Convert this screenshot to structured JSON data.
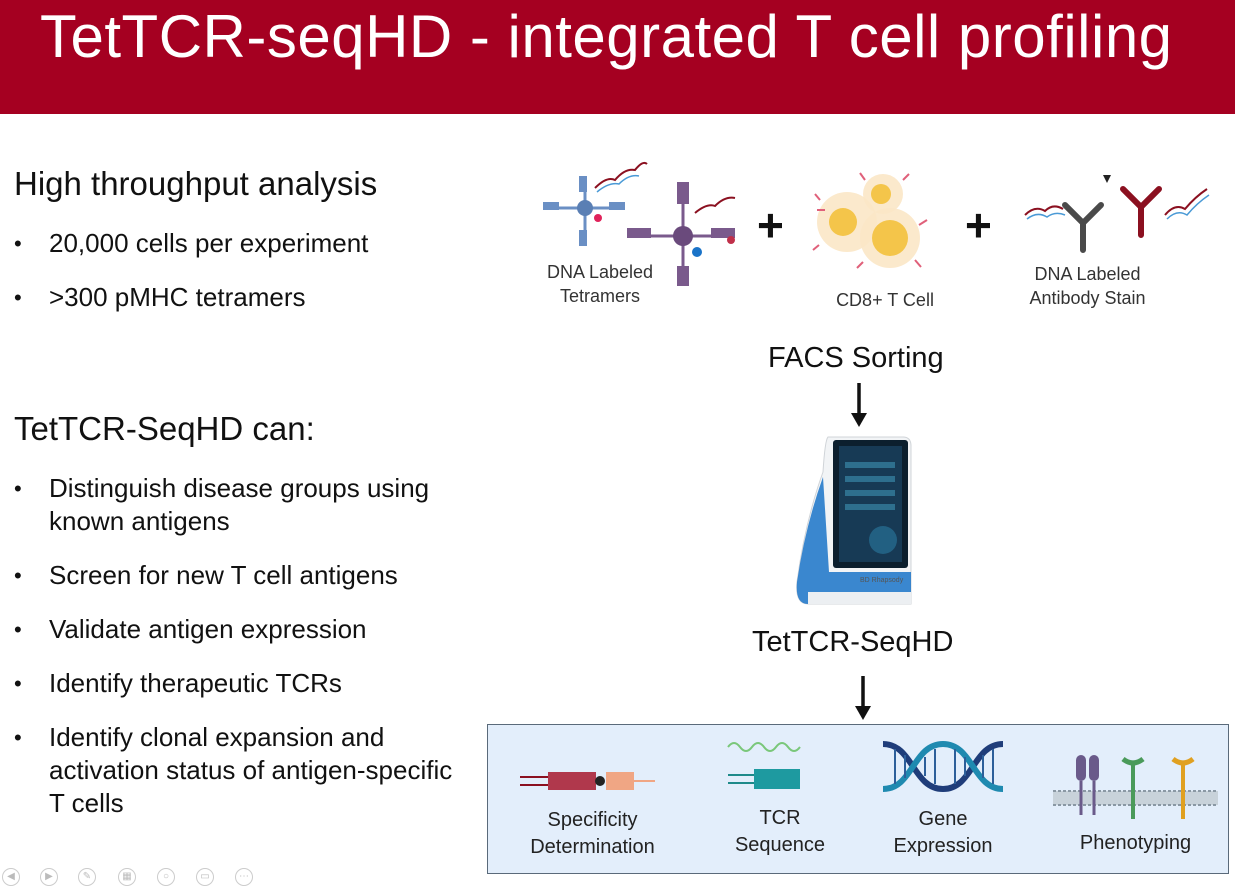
{
  "slide": {
    "title": "TetTCR-seqHD - integrated T cell profiling"
  },
  "left": {
    "section1": {
      "heading": "High throughput analysis",
      "bullets": [
        "20,000 cells per experiment",
        ">300 pMHC tetramers"
      ]
    },
    "section2": {
      "heading": "TetTCR-SeqHD can:",
      "bullets": [
        "Distinguish disease groups using",
        "known antigens",
        "Screen for new T cell antigens",
        "Validate antigen expression",
        "Identify therapeutic TCRs",
        "Identify clonal expansion and",
        "activation status of antigen-specific",
        "T cells"
      ]
    }
  },
  "workflow": {
    "inputs": [
      {
        "line1": "DNA Labeled",
        "line2": "Tetramers"
      },
      {
        "line1": "CD8+ T Cell",
        "line2": ""
      },
      {
        "line1": "DNA Labeled",
        "line2": "Antibody Stain"
      }
    ],
    "plus": "+",
    "step1": "FACS Sorting",
    "device_brand": "BD Rhapsody",
    "step2": "TetTCR-SeqHD",
    "outputs": [
      {
        "line1": "Specificity",
        "line2": "Determination"
      },
      {
        "line1": "TCR",
        "line2": "Sequence"
      },
      {
        "line1": "Gene",
        "line2": "Expression"
      },
      {
        "line1": "Phenotyping",
        "line2": ""
      }
    ]
  },
  "colors": {
    "title_bar": "#a50021",
    "tetramer_blue": "#6a8fc4",
    "tetramer_purple": "#7a5a8c",
    "cell_yellow": "#f4c54a",
    "antibody_red": "#8b1020",
    "antibody_gray": "#4a4a4a",
    "device_blue": "#1a73c8",
    "box_bg": "#e3eefb"
  }
}
